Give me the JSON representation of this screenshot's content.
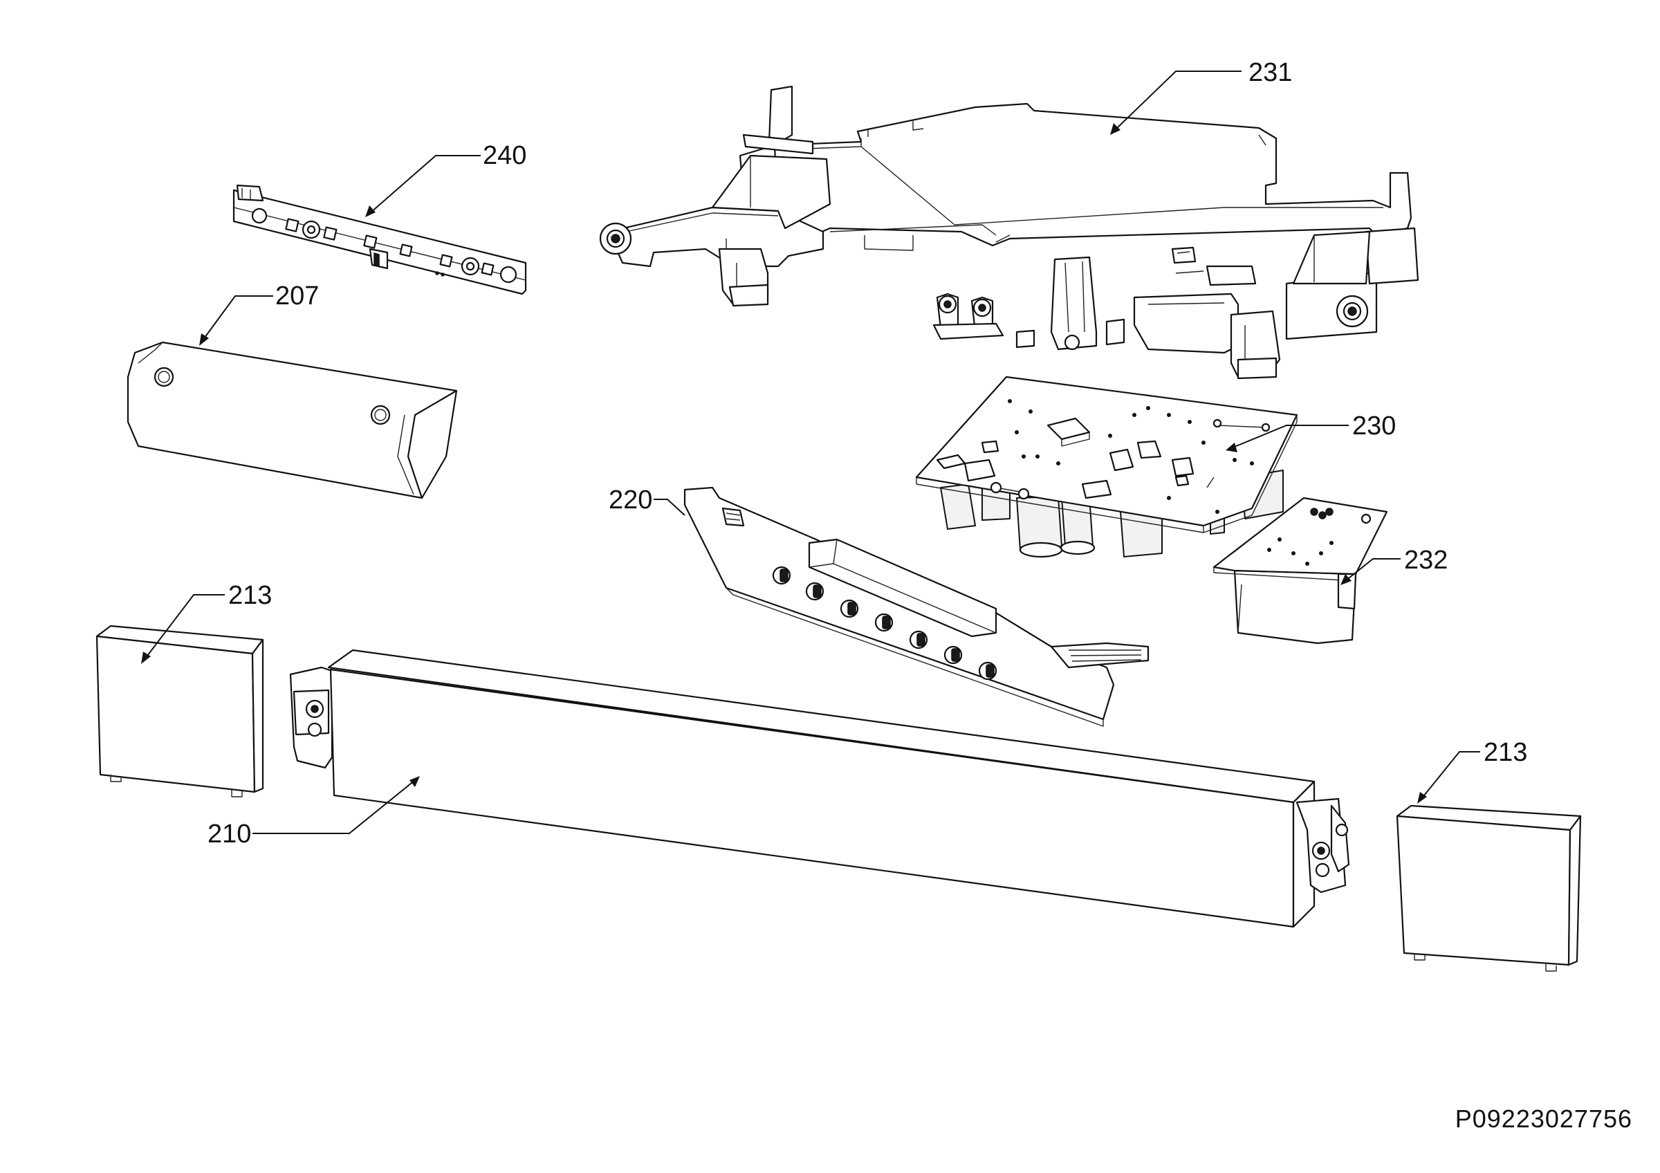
{
  "diagram": {
    "parts": [
      {
        "id": "p231",
        "label": "231"
      },
      {
        "id": "p240",
        "label": "240"
      },
      {
        "id": "p207",
        "label": "207"
      },
      {
        "id": "p230",
        "label": "230"
      },
      {
        "id": "p220",
        "label": "220"
      },
      {
        "id": "p232",
        "label": "232"
      },
      {
        "id": "p213a",
        "label": "213"
      },
      {
        "id": "p213b",
        "label": "213"
      },
      {
        "id": "p210",
        "label": "210"
      }
    ],
    "document_id": "P09223027756"
  }
}
